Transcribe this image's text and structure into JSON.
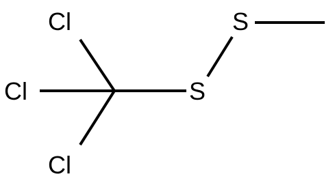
{
  "molecule": {
    "atoms": {
      "cl_top": "Cl",
      "cl_left": "Cl",
      "cl_bottom": "Cl",
      "s_center": "S",
      "s_top": "S"
    },
    "colors": {
      "bonds": "#000000",
      "labels": "#000000",
      "background": "#ffffff"
    }
  }
}
